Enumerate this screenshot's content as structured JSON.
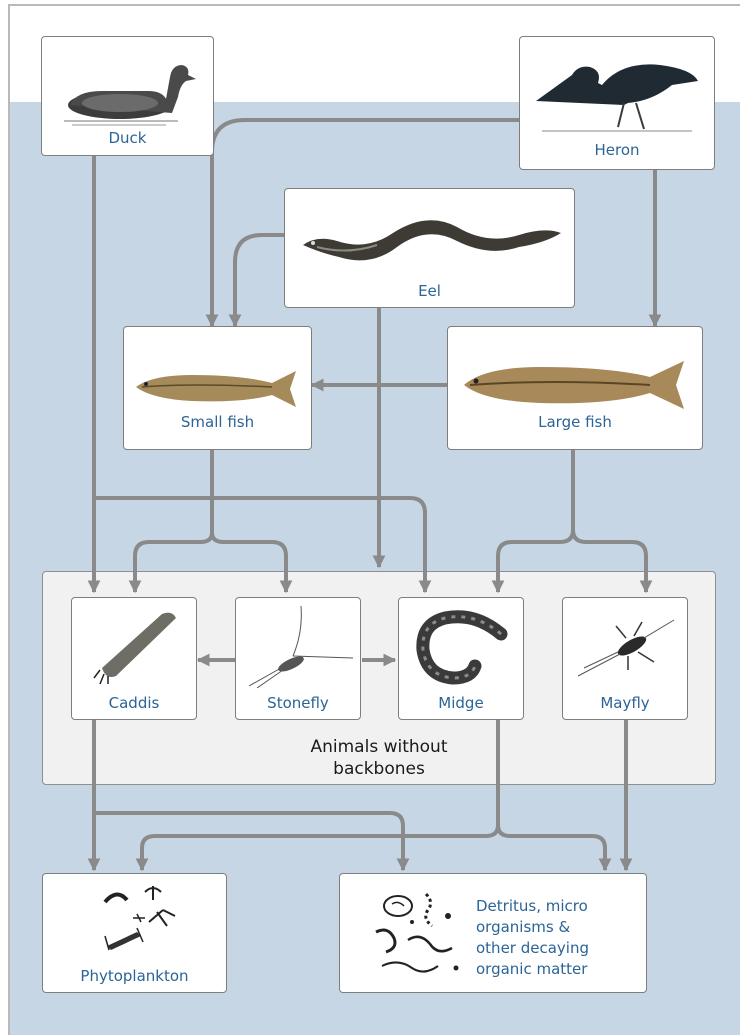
{
  "nodes": {
    "duck": "Duck",
    "heron": "Heron",
    "eel": "Eel",
    "small_fish": "Small fish",
    "large_fish": "Large fish",
    "caddis": "Caddis",
    "stonefly": "Stonefly",
    "midge": "Midge",
    "mayfly": "Mayfly",
    "phytoplankton": "Phytoplankton",
    "detritus": "Detritus, micro\norganisms &\nother decaying\norganic matter"
  },
  "group_label": "Animals without\nbackbones",
  "edges": [
    [
      "Heron",
      "Small fish"
    ],
    [
      "Heron",
      "Large fish"
    ],
    [
      "Eel",
      "Small fish"
    ],
    [
      "Eel",
      "Animals without backbones"
    ],
    [
      "Large fish",
      "Small fish"
    ],
    [
      "Duck",
      "Caddis"
    ],
    [
      "Duck",
      "Midge"
    ],
    [
      "Small fish",
      "Caddis"
    ],
    [
      "Small fish",
      "Stonefly"
    ],
    [
      "Large fish",
      "Midge"
    ],
    [
      "Large fish",
      "Mayfly"
    ],
    [
      "Stonefly",
      "Caddis"
    ],
    [
      "Stonefly",
      "Midge"
    ],
    [
      "Caddis",
      "Phytoplankton"
    ],
    [
      "Caddis",
      "Detritus"
    ],
    [
      "Midge",
      "Phytoplankton"
    ],
    [
      "Midge",
      "Detritus"
    ],
    [
      "Mayfly",
      "Detritus"
    ]
  ],
  "colors": {
    "background": "#c6d6e5",
    "label": "#2b6496",
    "arrow": "#8a8a8a",
    "group": "#f1f1f1"
  }
}
